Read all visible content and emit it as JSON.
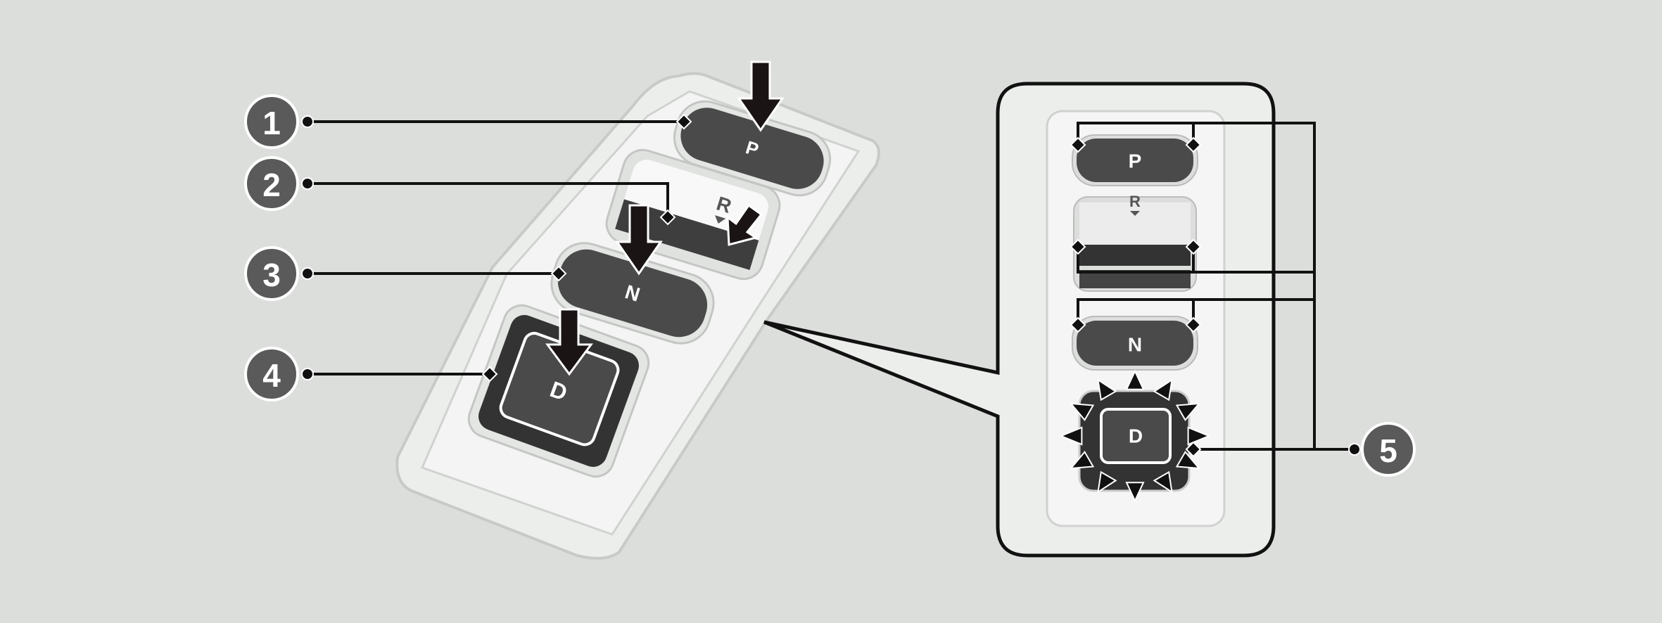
{
  "colors": {
    "background": "#dcdedc",
    "button": "#4a4a4a",
    "callout": "#5a5a5a",
    "line": "#111111"
  },
  "callouts": [
    {
      "number": "1",
      "target": "P"
    },
    {
      "number": "2",
      "target": "R"
    },
    {
      "number": "3",
      "target": "N"
    },
    {
      "number": "4",
      "target": "D"
    },
    {
      "number": "5",
      "target": "inset-indicators"
    }
  ],
  "buttons": {
    "park": "P",
    "reverse": "R",
    "neutral": "N",
    "drive": "D"
  },
  "inset": {
    "park": "P",
    "reverse": "R",
    "neutral": "N",
    "drive": "D"
  }
}
